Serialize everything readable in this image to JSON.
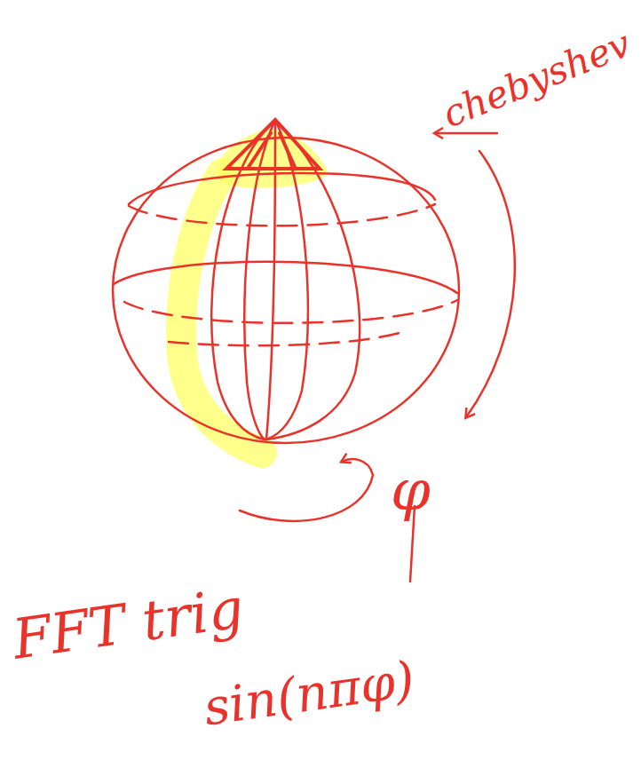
{
  "diagram": {
    "labels": [
      "chebyshev",
      "φ",
      "FFT trig",
      "sin(nπφ)"
    ]
  }
}
